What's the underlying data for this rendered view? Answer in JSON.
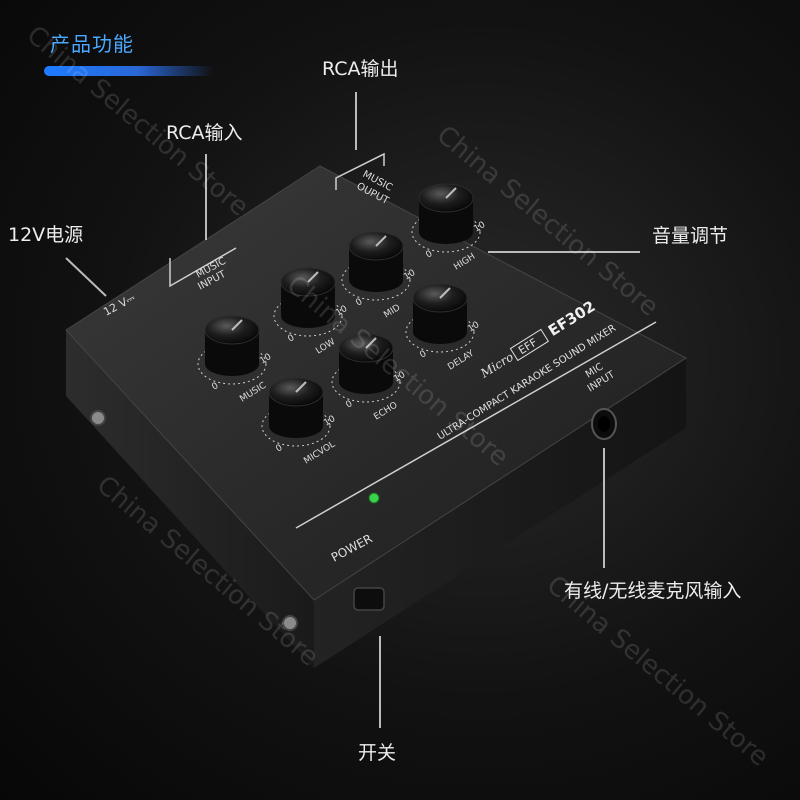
{
  "header": {
    "title": "产品功能"
  },
  "callouts": {
    "rca_output": "RCA输出",
    "rca_input": "RCA输入",
    "power_12v": "12V电源",
    "volume": "音量调节",
    "mic_input": "有线/无线麦克风输入",
    "switch": "开关"
  },
  "device": {
    "dc_label": "12 V⎓",
    "music_input": [
      "MUSIC",
      "INPUT"
    ],
    "music_output": [
      "MUSIC",
      "OUPUT"
    ],
    "mic_input": [
      "MIC",
      "INPUT"
    ],
    "power": "POWER",
    "brand_micro": "Micro",
    "brand_eff": "EFF",
    "model": "EF302",
    "tagline": "ULTRA-COMPACT KARAOKE SOUND MIXER",
    "knobs": [
      {
        "name": "MUSIC",
        "min": "0",
        "max": "10"
      },
      {
        "name": "LOW",
        "min": "0",
        "max": "10"
      },
      {
        "name": "MID",
        "min": "0",
        "max": "10"
      },
      {
        "name": "HIGH",
        "min": "0",
        "max": "10"
      },
      {
        "name": "MICVOL",
        "min": "0",
        "max": "10"
      },
      {
        "name": "ECHO",
        "min": "0",
        "max": "10"
      },
      {
        "name": "DELAY",
        "min": "0",
        "max": "10"
      }
    ]
  },
  "watermark": "China Selection Store",
  "colors": {
    "accent": "#2a7bff",
    "title": "#4aa8ff",
    "power_led": "#3ad24a"
  }
}
